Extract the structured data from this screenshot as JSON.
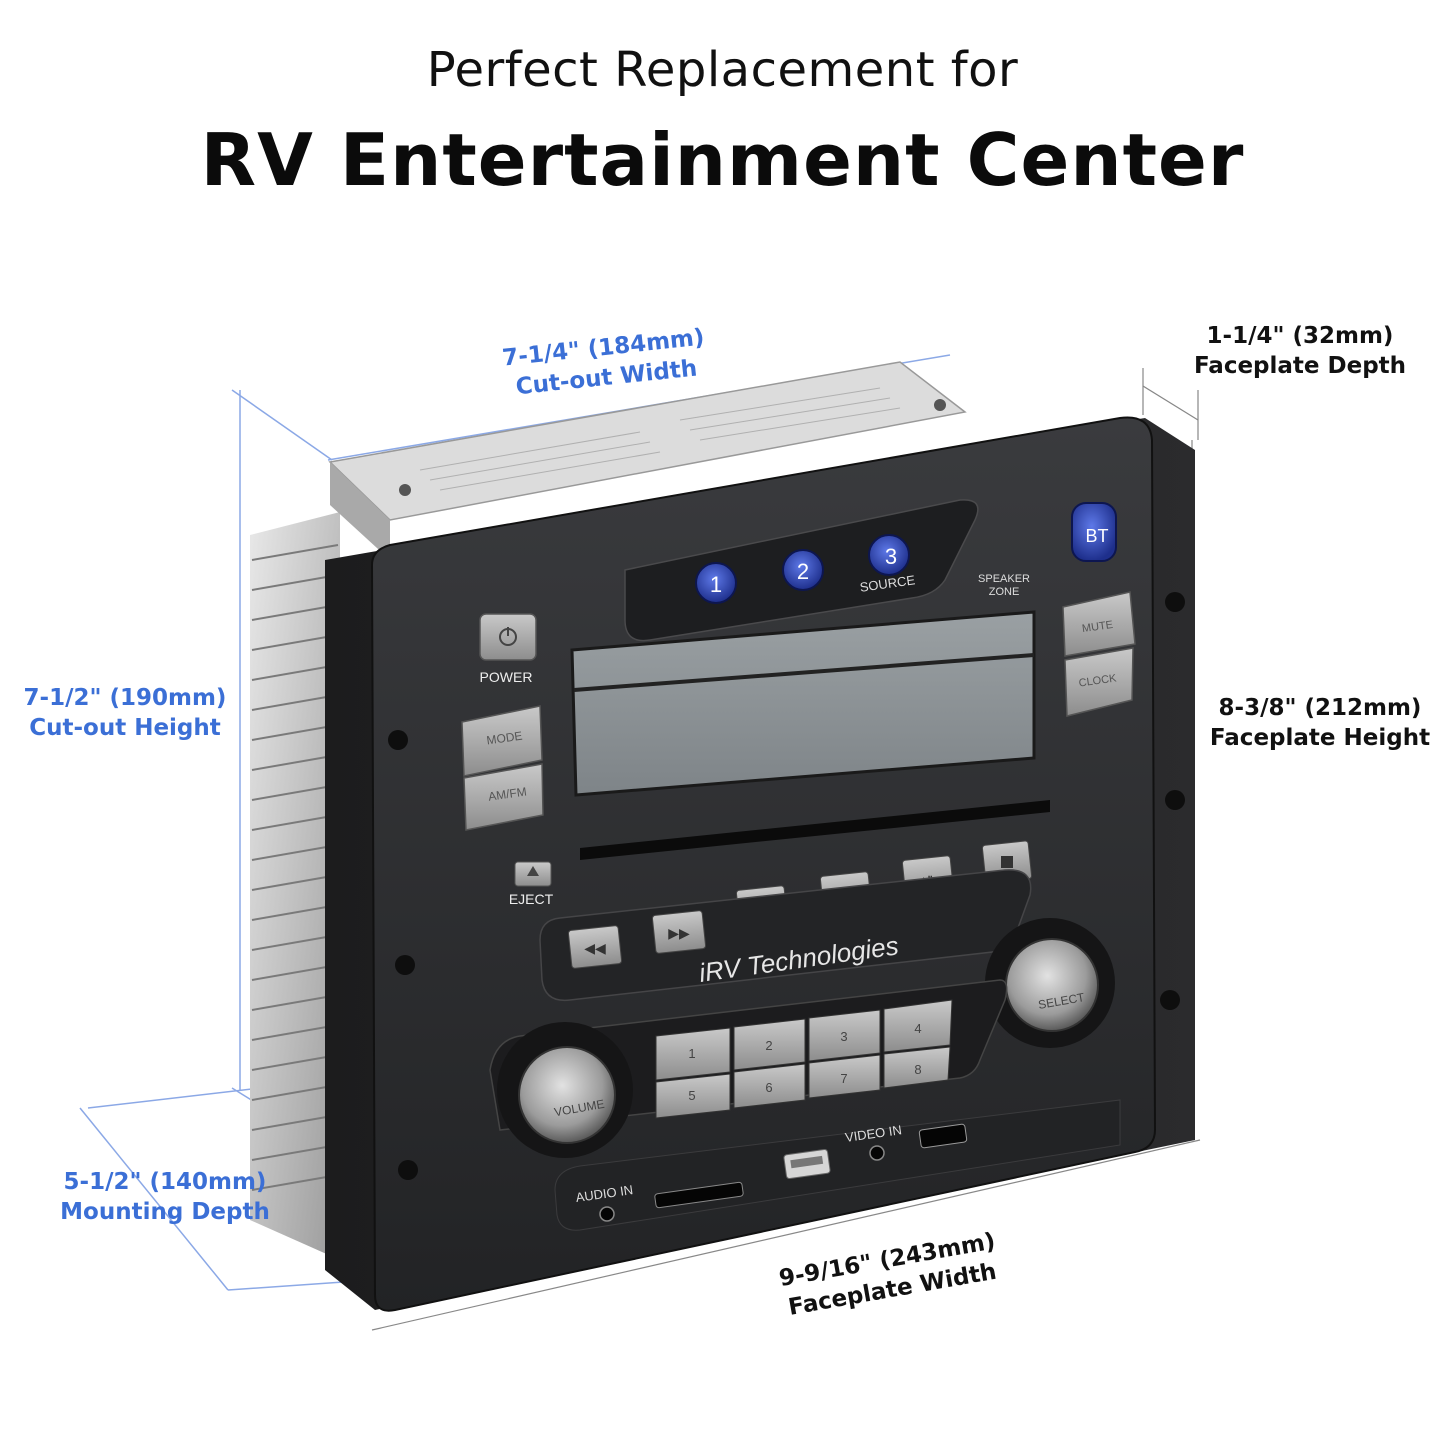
{
  "header": {
    "line1": "Perfect Replacement for",
    "line2": "RV Entertainment Center"
  },
  "dimensions": {
    "cutout_width": {
      "value": "7-1/4\" (184mm)",
      "label": "Cut-out Width"
    },
    "faceplate_depth": {
      "value": "1-1/4\" (32mm)",
      "label": "Faceplate Depth"
    },
    "cutout_height": {
      "value": "7-1/2\" (190mm)",
      "label": "Cut-out Height"
    },
    "faceplate_height": {
      "value": "8-3/8\" (212mm)",
      "label": "Faceplate Height"
    },
    "mounting_depth": {
      "value": "5-1/2\" (140mm)",
      "label": "Mounting Depth"
    },
    "faceplate_width": {
      "value": "9-9/16\" (243mm)",
      "label": "Faceplate Width"
    }
  },
  "device": {
    "brand": "iRV Technologies",
    "source_buttons": [
      "1",
      "2",
      "3"
    ],
    "source_label": "SOURCE",
    "bt_label": "BT",
    "speaker_zone_label": [
      "SPEAKER",
      "ZONE"
    ],
    "power_label": "POWER",
    "mute_label": "MUTE",
    "clock_label": "CLOCK",
    "mode_label": "MODE",
    "amfm_label": "AM/FM",
    "eject_label": "EJECT",
    "select_label": "SELECT",
    "volume_label": "VOLUME",
    "zone_keys_top": [
      "1",
      "2",
      "3",
      "4"
    ],
    "zone_keys_bottom": [
      "5",
      "6",
      "7",
      "8"
    ],
    "audio_in_label": "AUDIO IN",
    "video_in_label": "VIDEO IN"
  },
  "colors": {
    "dimension_blue": "#3b6fd6",
    "faceplate": "#2e2f31",
    "source_button_blue": "#2d45b8"
  }
}
